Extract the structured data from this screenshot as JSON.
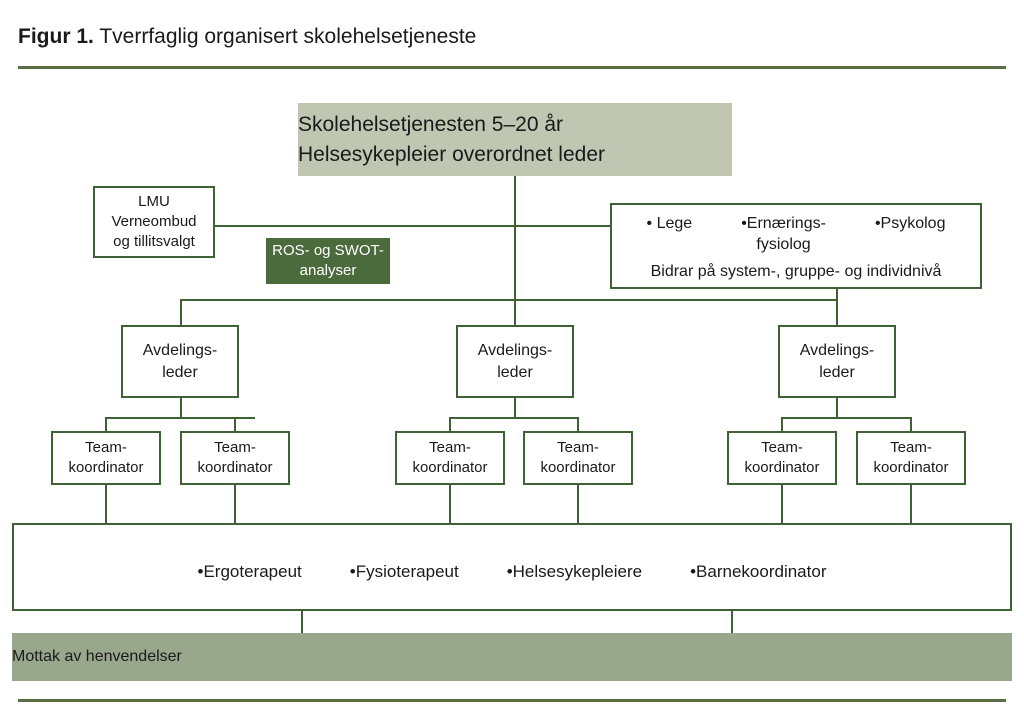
{
  "figure": {
    "label": "Figur 1.",
    "title": "Tverrfaglig organisert skolehelsetjeneste"
  },
  "colors": {
    "banner_green": "#c1c6b3",
    "bar_green": "#99a78d",
    "tag_green": "#4c6b3d",
    "border_green": "#3e6135",
    "rule_green": "#586e42"
  },
  "chart_data": {
    "type": "diagram",
    "title": "Tverrfaglig organisert skolehelsetjeneste",
    "nodes": {
      "top": "Skolehelsetjenesten 5–20 år\nHelsesykepleier overordnet leder",
      "lmu": "LMU\nVerneombud\nog tillitsvalgt",
      "ros": "ROS- og SWOT-\nanalyser",
      "resources": [
        "• Lege",
        "•Ernærings-\nfysiolog",
        "•Psykolog"
      ],
      "resources_note": "Bidrar på system-, gruppe- og individnivå",
      "avdelingsledere": [
        "Avdelings-\nleder",
        "Avdelings-\nleder",
        "Avdelings-\nleder"
      ],
      "teamkoordinatorer": [
        "Team-\nkoordinator",
        "Team-\nkoordinator",
        "Team-\nkoordinator",
        "Team-\nkoordinator",
        "Team-\nkoordinator",
        "Team-\nkoordinator"
      ],
      "professions": [
        "•Ergoterapeut",
        "•Fysioterapeut",
        "•Helsesykepleiere",
        "•Barnekoordinator"
      ],
      "bottom": "Mottak av henvendelser"
    }
  },
  "top_box": {
    "line1": "Skolehelsetjenesten 5–20 år",
    "line2": "Helsesykepleier overordnet leder"
  },
  "lmu_box": {
    "line1": "LMU",
    "line2": "Verneombud",
    "line3": "og tillitsvalgt"
  },
  "ros_box": {
    "line1": "ROS- og SWOT-",
    "line2": "analyser"
  },
  "resources_box": {
    "item1": "• Lege",
    "item2": "•Ernærings-\nfysiolog",
    "item3": "•Psykolog",
    "note": "Bidrar på system-, gruppe- og individnivå"
  },
  "avdelings": {
    "a1": "Avdelings-\nleder",
    "a2": "Avdelings-\nleder",
    "a3": "Avdelings-\nleder"
  },
  "teams": {
    "t1": "Team-\nkoordinator",
    "t2": "Team-\nkoordinator",
    "t3": "Team-\nkoordinator",
    "t4": "Team-\nkoordinator",
    "t5": "Team-\nkoordinator",
    "t6": "Team-\nkoordinator"
  },
  "professions_box": {
    "p1": "•Ergoterapeut",
    "p2": "•Fysioterapeut",
    "p3": "•Helsesykepleiere",
    "p4": "•Barnekoordinator"
  },
  "bottom_bar": {
    "label": "Mottak av henvendelser"
  }
}
